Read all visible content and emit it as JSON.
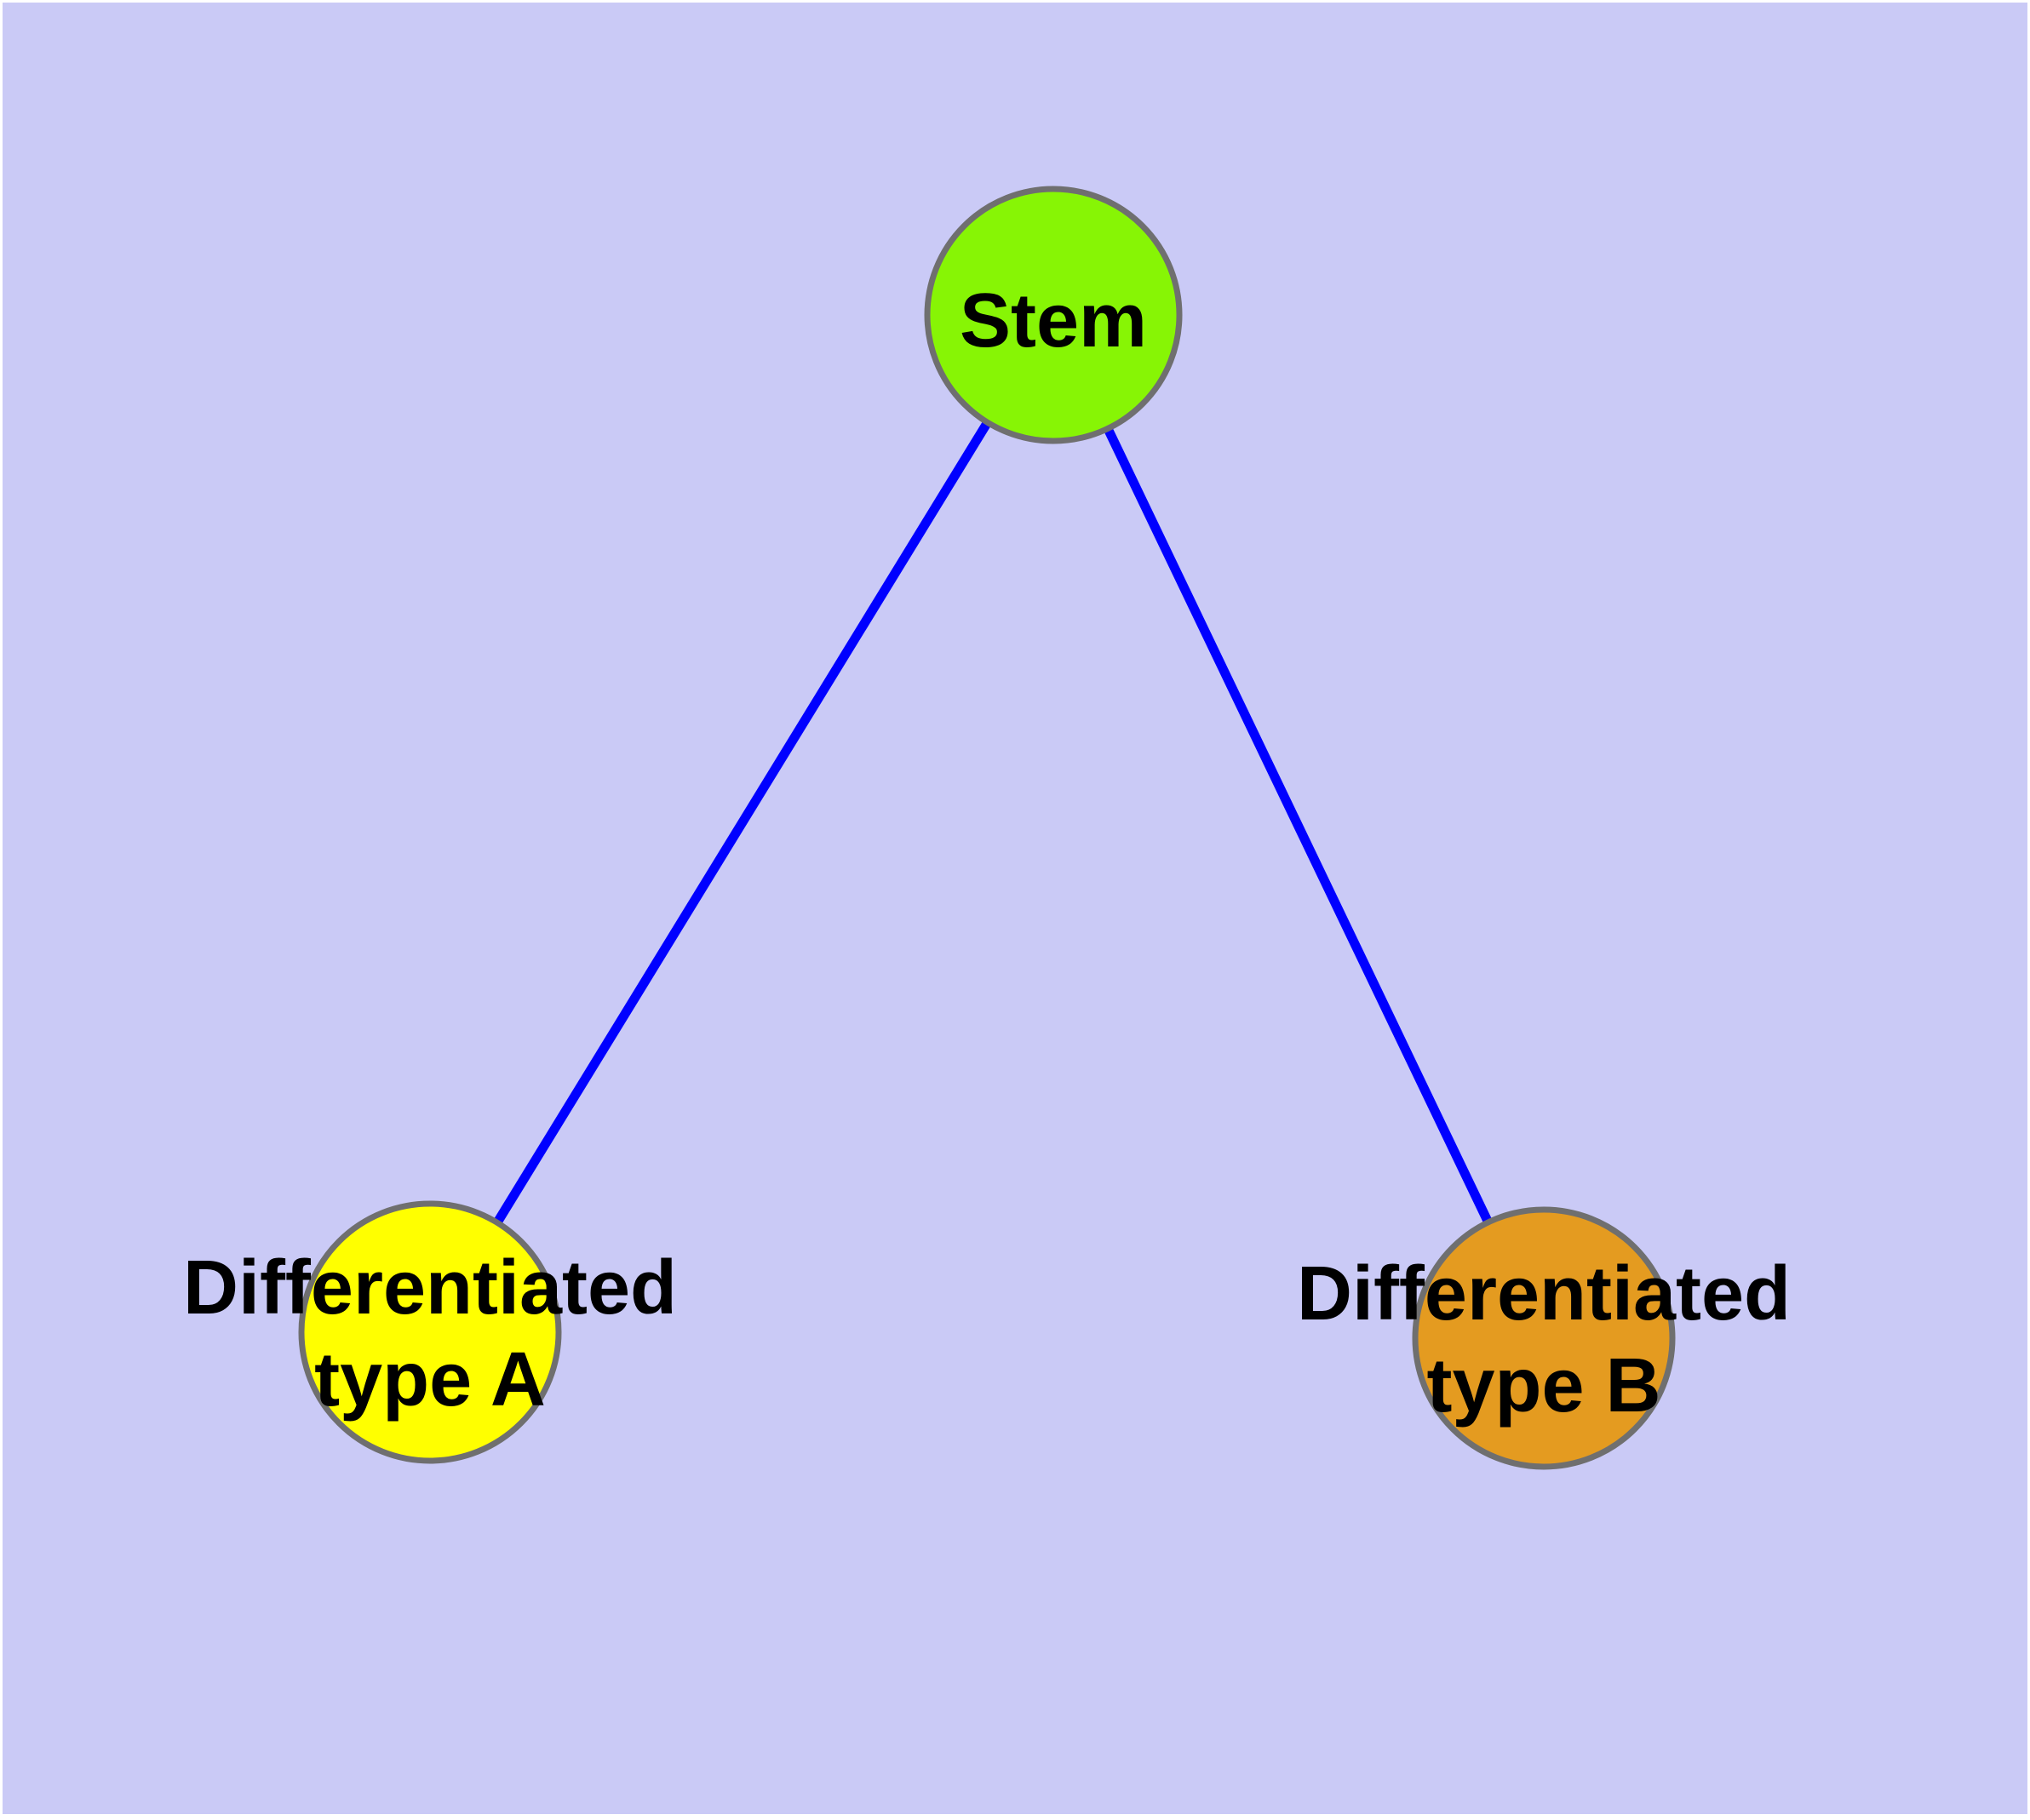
{
  "diagram": {
    "type": "node-link-graph",
    "background_color": "#cacaf6",
    "frame_color": "#ffffff",
    "edge_color": "#0000ff",
    "node_border_color": "#6f6f6f",
    "label_color": "#000000",
    "nodes": [
      {
        "id": "stem",
        "label": "Stem",
        "color": "#87f505"
      },
      {
        "id": "differentiated-type-a",
        "label": "Differentiated type A",
        "label_line1": "Differentiated",
        "label_line2": "type A",
        "color": "#ffff00"
      },
      {
        "id": "differentiated-type-b",
        "label": "Differentiated type B",
        "label_line1": "Differentiated",
        "label_line2": "type B",
        "color": "#e49b20"
      }
    ],
    "edges": [
      {
        "from": "Stem",
        "to": "Differentiated type A"
      },
      {
        "from": "Stem",
        "to": "Differentiated type B"
      }
    ]
  }
}
